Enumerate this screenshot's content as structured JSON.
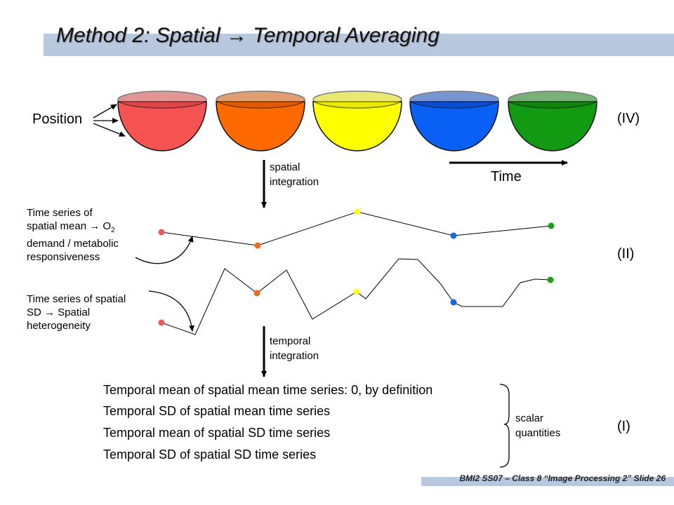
{
  "title": "Method 2: Spatial → Temporal Averaging",
  "footer": "BMI2 SS07 – Class 8 “Image Processing 2” Slide 26",
  "labels": {
    "position": "Position",
    "time": "Time",
    "level_iv": "(IV)",
    "level_ii": "(II)",
    "level_i": "(I)",
    "spatial_integration": [
      "spatial",
      "integration"
    ],
    "temporal_integration": [
      "temporal",
      "integration"
    ],
    "mean_series": [
      "Time series of",
      "spatial mean → O",
      "demand / metabolic",
      "responsiveness"
    ],
    "mean_series_sub": "2",
    "sd_series": [
      "Time series of spatial",
      "SD → Spatial",
      "heterogeneity"
    ],
    "scalar": [
      "scalar",
      "quantities"
    ]
  },
  "scalars": [
    "Temporal mean of spatial mean time series: 0, by definition",
    "Temporal SD of spatial mean time series",
    "Temporal mean of spatial SD time series",
    "Temporal SD of spatial SD time series"
  ],
  "colors": {
    "bowls": [
      "#f55252",
      "#ff6a00",
      "#ffff00",
      "#0a5ff5",
      "#139a13"
    ],
    "points": [
      "#ea5a5a",
      "#ee6a1c",
      "#ffff22",
      "#1a66dd",
      "#1aa01a"
    ],
    "title_band": "#b8c8de"
  },
  "icons": [
    "arrow-down-icon",
    "arrow-right-icon",
    "curved-arrow-icon",
    "brace-icon"
  ]
}
